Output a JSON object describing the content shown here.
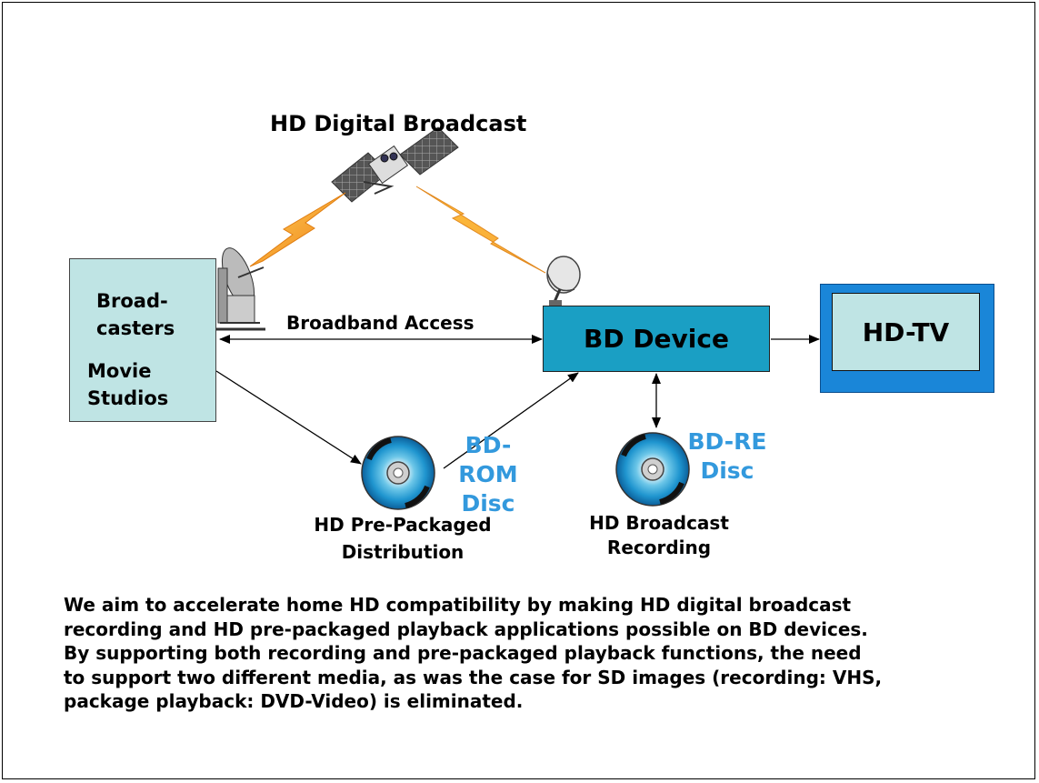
{
  "labels": {
    "hd_digital_broadcast": "HD Digital Broadcast",
    "broadcasters_line1": "Broad-",
    "broadcasters_line2": "casters",
    "movie_studios_line1": "Movie",
    "movie_studios_line2": "Studios",
    "broadband_access": "Broadband Access",
    "bd_device": "BD Device",
    "hd_tv": "HD-TV",
    "bd_rom_line1": "BD-ROM",
    "bd_rom_line2": "Disc",
    "bd_re_line1": "BD-RE",
    "bd_re_line2": "Disc",
    "pre_packaged_line1": "HD Pre-Packaged",
    "pre_packaged_line2": "Distribution",
    "broadcast_recording_line1": "HD Broadcast",
    "broadcast_recording_line2": "Recording"
  },
  "caption": {
    "line1": "We aim to accelerate home HD compatibility by making HD digital broadcast",
    "line2": "recording and HD pre-packaged playback applications possible on BD devices.",
    "line3": "By supporting both recording and pre-packaged playback functions, the need",
    "line4": "to support two different media, as was the case for SD images (recording: VHS,",
    "line5": "package playback: DVD-Video) is eliminated."
  },
  "icons": [
    "satellite-icon",
    "lightning-icon",
    "dish-antenna-icon",
    "small-dish-icon",
    "disc-icon"
  ],
  "colors": {
    "broadcaster_box": "#bfe4e4",
    "bd_device_box": "#1a9fc4",
    "hdtv_frame": "#1a86d8",
    "disc_label": "#3399dd",
    "lightning": "#f29a1f"
  }
}
